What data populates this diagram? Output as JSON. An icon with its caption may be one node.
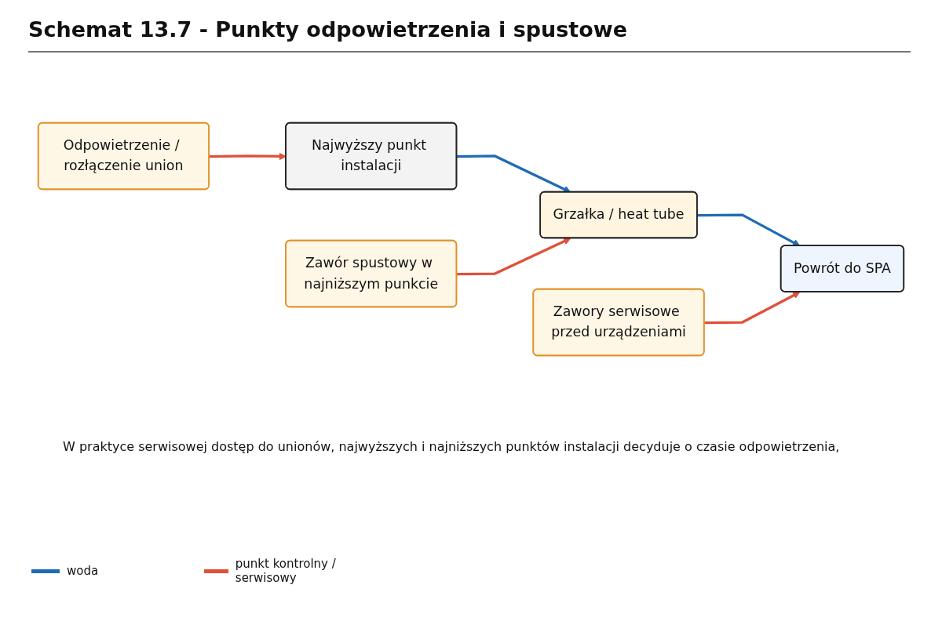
{
  "diagram": {
    "title": "Schemat 13.7 - Punkty odpowietrzenia i spustowe",
    "nodes": [
      {
        "text": [
          "Najwyższy punkt instalacji"
        ]
      },
      {
        "text": [
          "Grzałka / heat tube"
        ]
      },
      {
        "text": [
          "Powrót do SPA"
        ]
      },
      {
        "text": [
          "Odpowietrzenie / rozłączenie union"
        ]
      },
      {
        "text": [
          "Zawór spustowy w najniższym punkcie"
        ]
      },
      {
        "text": [
          "Zawory serwisowe przed urządzeniami"
        ]
      }
    ],
    "edges": [
      {
        "from": 0,
        "to": 1,
        "arrow": "to",
        "color": "#1f6bb5"
      },
      {
        "from": 1,
        "to": 2,
        "arrow": "to",
        "color": "#1f6bb5"
      },
      {
        "from": 3,
        "to": 0,
        "arrow": "to",
        "color": "#e0503a"
      },
      {
        "from": 4,
        "to": 1,
        "arrow": "to",
        "color": "#e0503a"
      },
      {
        "from": 5,
        "to": 2,
        "arrow": "to",
        "color": "#e0503a"
      }
    ],
    "labels": [
      "W praktyce serwisowej dostęp do unionów, najwyższych i najniższych punktów instalacji decyduje o czasie odpowietrzenia,"
    ],
    "legend": [
      {
        "text": "woda",
        "color": "#1f6bb5"
      },
      {
        "text": "punkt kontrolny / serwisowy",
        "color": "#e0503a"
      }
    ]
  }
}
